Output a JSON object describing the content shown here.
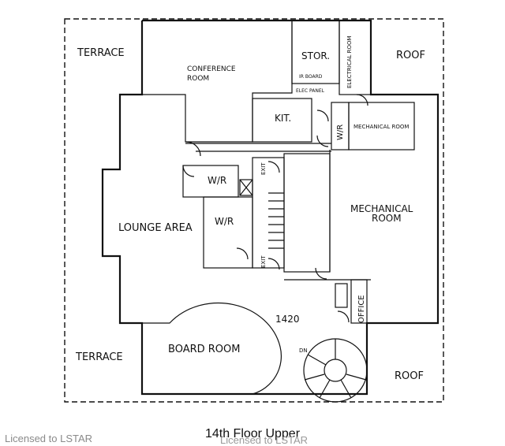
{
  "rooms": {
    "terrace_top": "TERRACE",
    "roof_top": "ROOF",
    "conference_line1": "CONFERENCE",
    "conference_line2": "ROOM",
    "storage": "STOR.",
    "electrical": "ELECTRICAL ROOM",
    "ir_board": "IR BOARD",
    "elec_panel": "ELEC PANEL",
    "kitchen": "KIT.",
    "wr_small": "W/R",
    "mechanical_small": "MECHANICAL ROOM",
    "wr_upper": "W/R",
    "exit_upper": "EXIT",
    "wr_lower": "W/R",
    "lounge": "LOUNGE AREA",
    "mechanical_large_line1": "MECHANICAL",
    "mechanical_large_line2": "ROOM",
    "exit_lower": "EXIT",
    "office": "OFFICE",
    "unit": "1420",
    "terrace_bottom": "TERRACE",
    "board_room": "BOARD ROOM",
    "dn": "DN",
    "roof_bottom": "ROOF"
  },
  "caption": {
    "title": "14th Floor Upper",
    "watermark_left": "Licensed to LSTAR",
    "watermark_center": "Licensed to LSTAR"
  }
}
